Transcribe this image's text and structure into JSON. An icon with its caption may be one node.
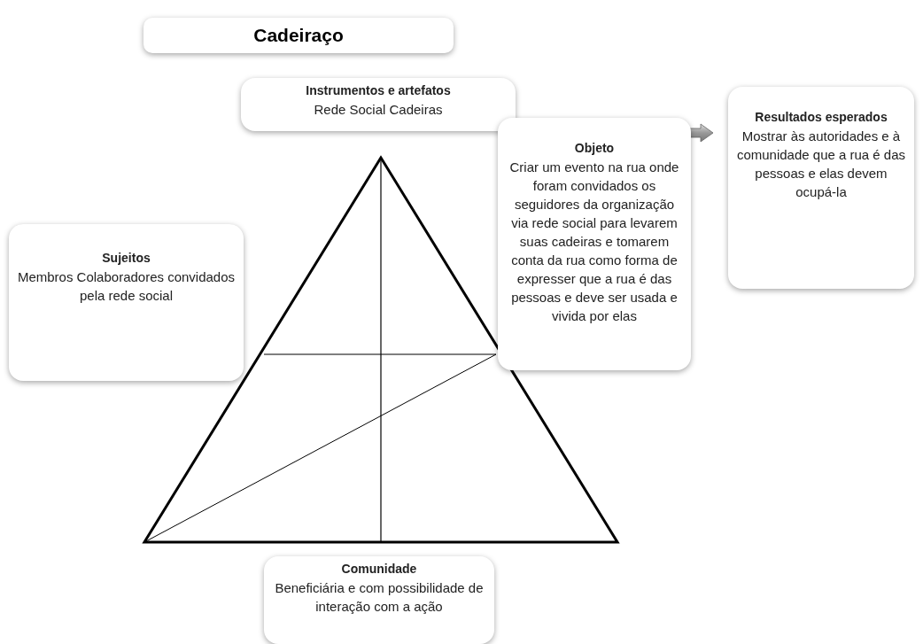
{
  "diagram": {
    "title": "Cadeiraço",
    "nodes": [
      {
        "text": [
          "Instrumentos e artefatos",
          "Rede Social Cadeiras"
        ]
      },
      {
        "text": [
          "Objeto",
          "Criar um evento na rua onde foram convidados os seguidores da organização via rede social para levarem suas cadeiras e tomarem conta da rua como forma de expresser que a rua é das pessoas e deve ser usada e vivida por elas"
        ]
      },
      {
        "text": [
          "Resultados esperados",
          "Mostrar às autoridades e à comunidade que a rua é das pessoas e elas devem ocupá-la"
        ]
      },
      {
        "text": [
          "Sujeitos",
          "Membros Colaboradores convidados pela rede social"
        ]
      },
      {
        "text": [
          "Comunidade",
          "Beneficiária e com possibilidade de interação com a ação"
        ]
      }
    ],
    "edges": [
      {
        "from": 1,
        "to": 2,
        "arrow": "to"
      }
    ]
  }
}
